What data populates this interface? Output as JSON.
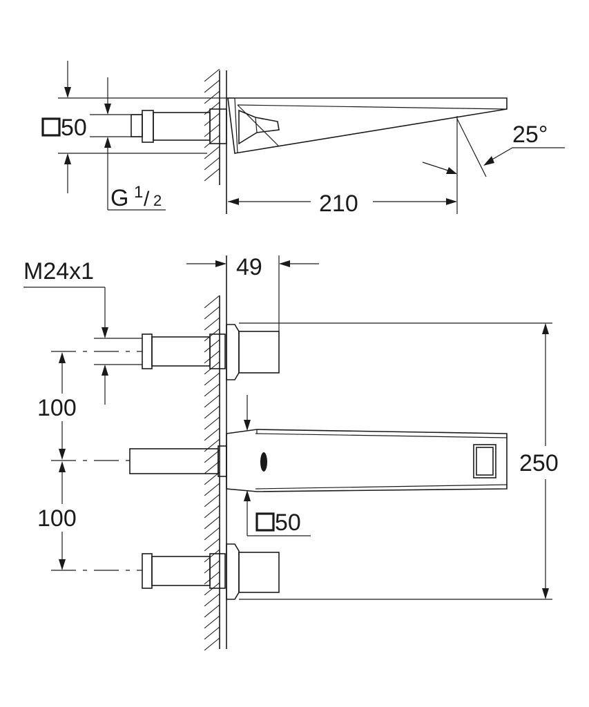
{
  "top_view": {
    "square_label": "50",
    "thread_g": "G",
    "thread_num": "1",
    "thread_den": "2",
    "angle": "25°",
    "length": "210"
  },
  "front_view": {
    "thread_m": "M24x1",
    "depth": "49",
    "spacing_upper": "100",
    "spacing_lower": "100",
    "height": "250",
    "square_label": "50"
  }
}
